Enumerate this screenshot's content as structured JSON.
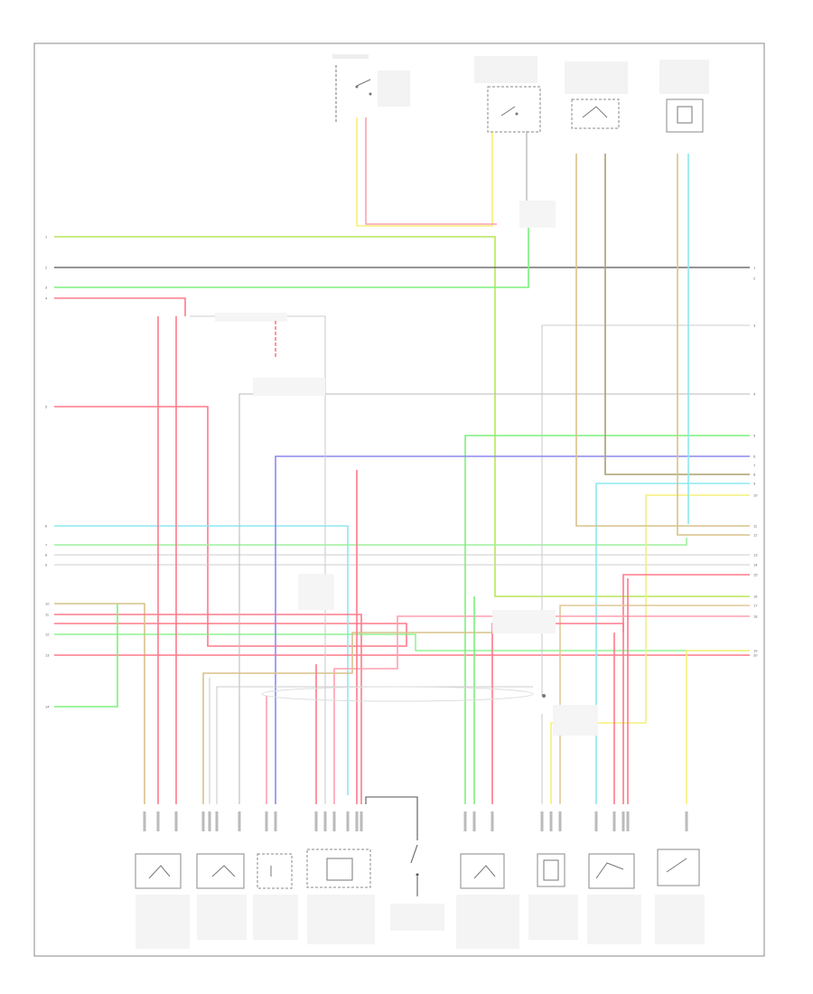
{
  "diagram": {
    "footer_code": "",
    "left_numbers": [
      "1",
      "2",
      "3",
      "4",
      "5",
      "6",
      "7",
      "8",
      "9",
      "10",
      "11",
      "12",
      "13",
      "14"
    ],
    "right_numbers": [
      "1",
      "2",
      "3",
      "4",
      "5",
      "6",
      "7",
      "8",
      "9",
      "10",
      "11",
      "12",
      "13",
      "14",
      "15",
      "16",
      "17",
      "18",
      "19",
      "20"
    ],
    "wire_colors": {
      "yellow_green": "#b8e65a",
      "green": "#7cf07c",
      "black": "#555555",
      "red": "#ff7a8a",
      "pink": "#ff9fb0",
      "light_blue": "#8ee8f0",
      "tan": "#d8c28a",
      "yellow": "#f5f07a",
      "blue": "#8a8af0",
      "gray": "#bbbbbb",
      "olive": "#a8a070",
      "orange": "#f0b070"
    }
  }
}
